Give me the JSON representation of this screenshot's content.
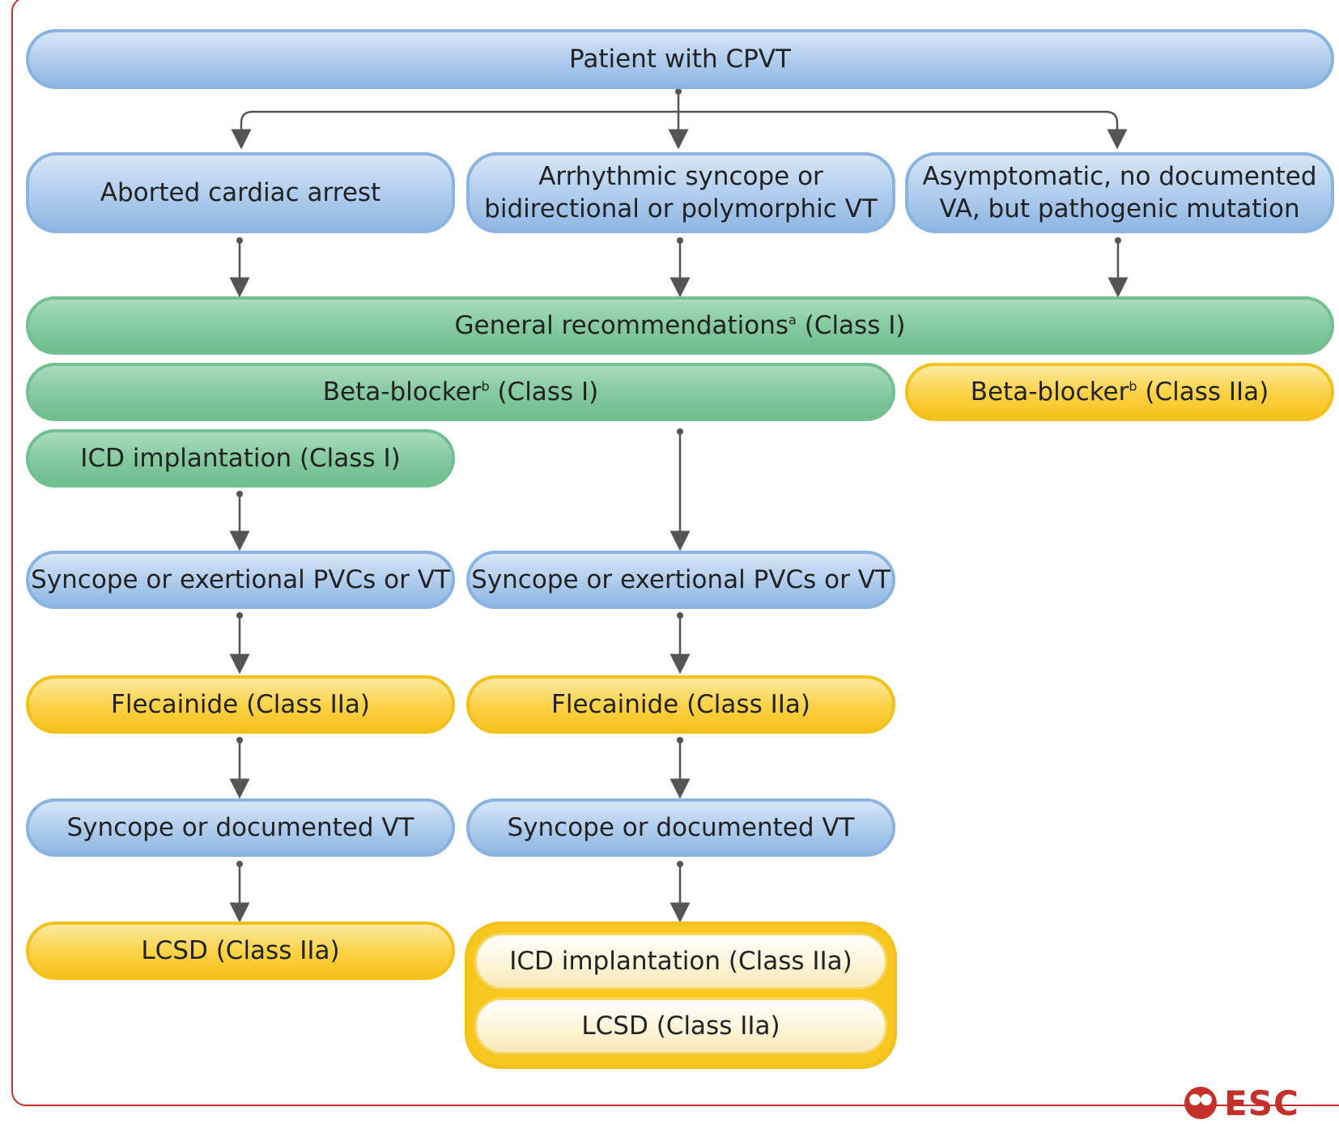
{
  "nodes": {
    "root": "Patient with CPVT",
    "branch_1": "Aborted cardiac arrest",
    "branch_2_line1": "Arrhythmic syncope or",
    "branch_2_line2": "bidirectional or polymorphic VT",
    "branch_3_line1": "Asymptomatic, no documented",
    "branch_3_line2": "VA, but pathogenic mutation",
    "general_rec": "General recommendations",
    "general_rec_sup": "a",
    "general_rec_class": " (Class I)",
    "beta_blocker": "Beta-blocker",
    "beta_blocker_sup": "b",
    "beta_blocker_class_1": " (Class I)",
    "beta_blocker_class_2a": " (Class IIa)",
    "icd_class_1": "ICD implantation (Class I)",
    "syncope_exertional": "Syncope or exertional PVCs or VT",
    "flecainide": "Flecainide (Class IIa)",
    "syncope_documented": "Syncope or documented VT",
    "lcsd": "LCSD (Class IIa)",
    "icd_class_2a": "ICD implantation (Class IIa)"
  },
  "logo": {
    "text": "ESC"
  },
  "colors": {
    "blue": "#8fb7e4",
    "green": "#6fbd8d",
    "yellow": "#f6c21c",
    "frame": "#c4302b",
    "arrow": "#555555"
  }
}
